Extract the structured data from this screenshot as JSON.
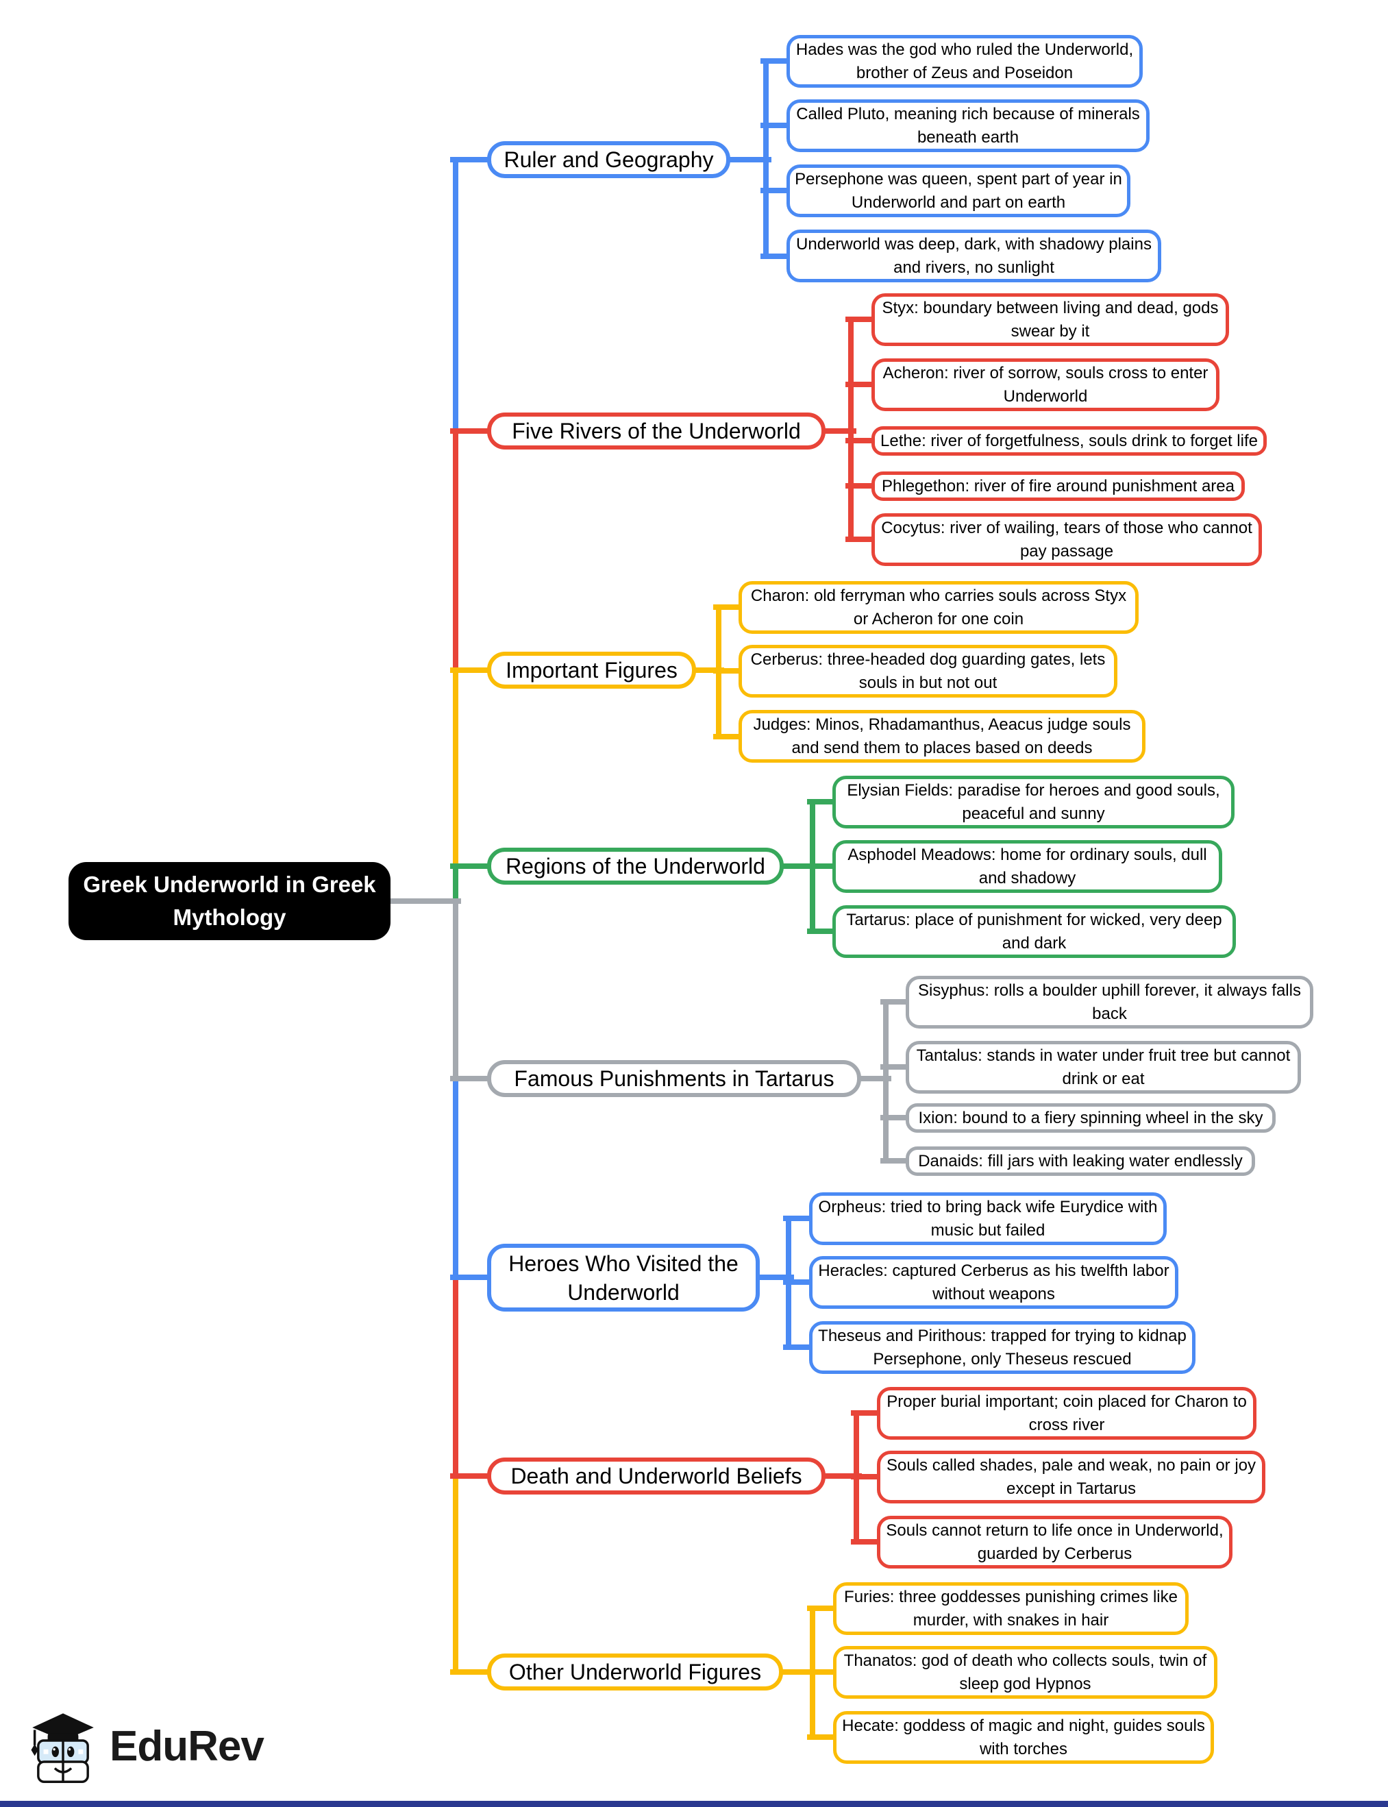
{
  "page": {
    "background": "#ffffff",
    "bottom_bar_color": "#2b3990"
  },
  "root": {
    "label": "Greek Underworld in Greek Mythology",
    "background": "#000000",
    "text_color": "#ffffff"
  },
  "branches": [
    {
      "label": "Ruler and Geography",
      "color": "#4A8AF4",
      "leaves": [
        "Hades was the god who ruled the Underworld, brother of Zeus and Poseidon",
        "Called Pluto, meaning rich because of minerals beneath earth",
        "Persephone was queen, spent part of year in Underworld and part on earth",
        "Underworld was deep, dark, with shadowy plains and rivers, no sunlight"
      ]
    },
    {
      "label": "Five Rivers of the Underworld",
      "color": "#E84438",
      "leaves": [
        "Styx: boundary between living and dead, gods swear by it",
        "Acheron: river of sorrow, souls cross to enter Underworld",
        "Lethe: river of forgetfulness, souls drink to forget life",
        "Phlegethon: river of fire around punishment area",
        "Cocytus: river of wailing, tears of those who cannot pay passage"
      ]
    },
    {
      "label": "Important Figures",
      "color": "#FBBC05",
      "leaves": [
        "Charon: old ferryman who carries souls across Styx or Acheron for one coin",
        "Cerberus: three-headed dog guarding gates, lets souls in but not out",
        "Judges: Minos, Rhadamanthus, Aeacus judge souls and send them to places based on deeds"
      ]
    },
    {
      "label": "Regions of the Underworld",
      "color": "#37A85B",
      "leaves": [
        "Elysian Fields: paradise for heroes and good souls, peaceful and sunny",
        "Asphodel Meadows: home for ordinary souls, dull and shadowy",
        "Tartarus: place of punishment for wicked, very deep and dark"
      ]
    },
    {
      "label": "Famous Punishments in Tartarus",
      "color": "#A4A9AF",
      "leaves": [
        "Sisyphus: rolls a boulder uphill forever, it always falls back",
        "Tantalus: stands in water under fruit tree but cannot drink or eat",
        "Ixion: bound to a fiery spinning wheel in the sky",
        "Danaids: fill jars with leaking water endlessly"
      ]
    },
    {
      "label": "Heroes Who Visited the Underworld",
      "color": "#4A8AF4",
      "leaves": [
        "Orpheus: tried to bring back wife Eurydice with music but failed",
        "Heracles: captured Cerberus as his twelfth labor without weapons",
        "Theseus and Pirithous: trapped for trying to kidnap Persephone, only Theseus rescued"
      ]
    },
    {
      "label": "Death and Underworld Beliefs",
      "color": "#E84438",
      "leaves": [
        "Proper burial important; coin placed for Charon to cross river",
        "Souls called shades, pale and weak, no pain or joy except in Tartarus",
        "Souls cannot return to life once in Underworld, guarded by Cerberus"
      ]
    },
    {
      "label": "Other Underworld Figures",
      "color": "#FBBC05",
      "leaves": [
        "Furies: three goddesses punishing crimes like murder, with snakes in hair",
        "Thanatos: god of death who collects souls, twin of sleep god Hypnos",
        "Hecate: goddess of magic and night, guides souls with torches"
      ]
    }
  ],
  "footer": {
    "logo_text": "EduRev"
  }
}
